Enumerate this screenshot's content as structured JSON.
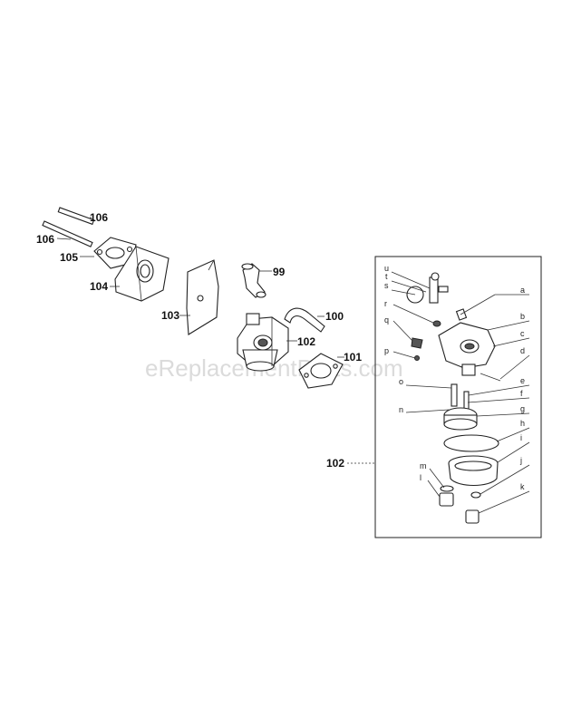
{
  "watermark": "eReplacementParts.com",
  "callouts": {
    "p106a": "106",
    "p106b": "106",
    "p105": "105",
    "p104": "104",
    "p103": "103",
    "p99": "99",
    "p100": "100",
    "p102": "102",
    "p101": "101",
    "p102_detail": "102"
  },
  "detail_letters": {
    "u": "u",
    "t": "t",
    "s": "s",
    "r": "r",
    "q": "q",
    "p": "p",
    "o": "o",
    "n": "n",
    "m": "m",
    "l": "l",
    "a": "a",
    "b": "b",
    "c": "c",
    "d": "d",
    "e": "e",
    "f": "f",
    "g": "g",
    "h": "h",
    "i": "i",
    "j": "j",
    "k": "k"
  }
}
